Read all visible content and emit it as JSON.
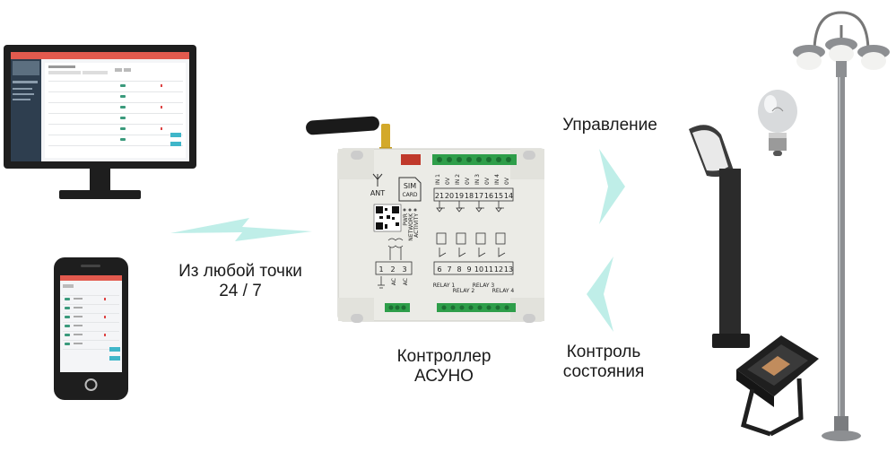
{
  "labels": {
    "control": "Управление",
    "status_line1": "Контроль",
    "status_line2": "состояния",
    "anywhere_line1": "Из любой точки",
    "anywhere_line2": "24 / 7",
    "controller_line1": "Контроллер",
    "controller_line2": "АСУНО"
  },
  "controller": {
    "antenna_label": "ANT",
    "sim_line1": "SIM",
    "sim_line2": "CARD",
    "leds": [
      "PWR",
      "NETWORK",
      "ACTIVITY"
    ],
    "input_terminals": [
      "21",
      "20",
      "19",
      "18",
      "17",
      "16",
      "15",
      "14"
    ],
    "input_labels": [
      "IN 1",
      "0V",
      "IN 2",
      "0V",
      "IN 3",
      "0V",
      "IN 4",
      "0V"
    ],
    "relay_terminals": [
      "6",
      "7",
      "8",
      "9",
      "10",
      "11",
      "12",
      "13"
    ],
    "relay_labels": [
      "RELAY 1",
      "RELAY 2",
      "RELAY 3",
      "RELAY 4"
    ],
    "power_terminals": [
      "1",
      "2",
      "3"
    ],
    "power_labels": [
      "AC",
      "AC"
    ]
  },
  "colors": {
    "flow_arrow": "#bfeee8",
    "monitor_frame": "#1e1e1e",
    "app_header": "#e25a4e",
    "app_sidebar": "#2e3e4f",
    "controller_body": "#ebebe6",
    "terminal_green": "#2e9e4a"
  }
}
